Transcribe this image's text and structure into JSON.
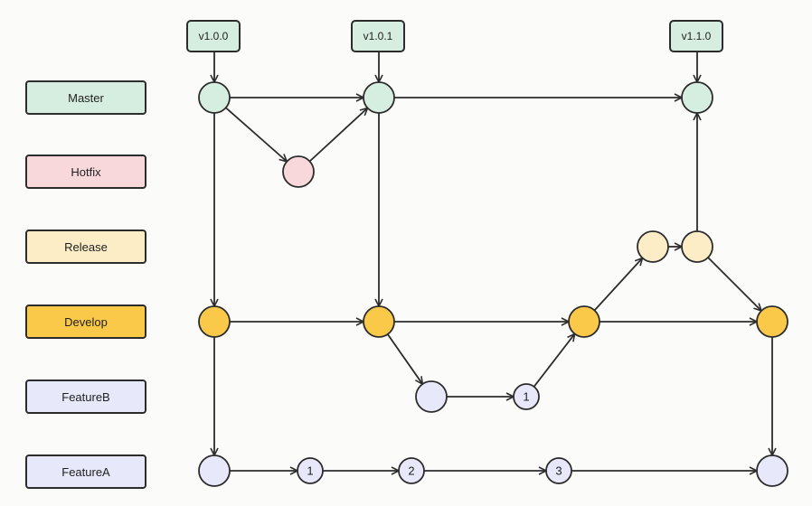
{
  "colors": {
    "master": "#d6eee0",
    "hotfix": "#f9d8dc",
    "release": "#fcedc7",
    "develop": "#fbc94a",
    "feature": "#e7e9fb",
    "stroke": "#2c2c2c"
  },
  "branches": [
    {
      "key": "master",
      "label": "Master"
    },
    {
      "key": "hotfix",
      "label": "Hotfix"
    },
    {
      "key": "release",
      "label": "Release"
    },
    {
      "key": "develop",
      "label": "Develop"
    },
    {
      "key": "featureB",
      "label": "FeatureB"
    },
    {
      "key": "featureA",
      "label": "FeatureA"
    }
  ],
  "tags": [
    {
      "label": "v1.0.0"
    },
    {
      "label": "v1.0.1"
    },
    {
      "label": "v1.1.0"
    }
  ],
  "nodes": {
    "featureB_1": "1",
    "featureA_1": "1",
    "featureA_2": "2",
    "featureA_3": "3"
  }
}
